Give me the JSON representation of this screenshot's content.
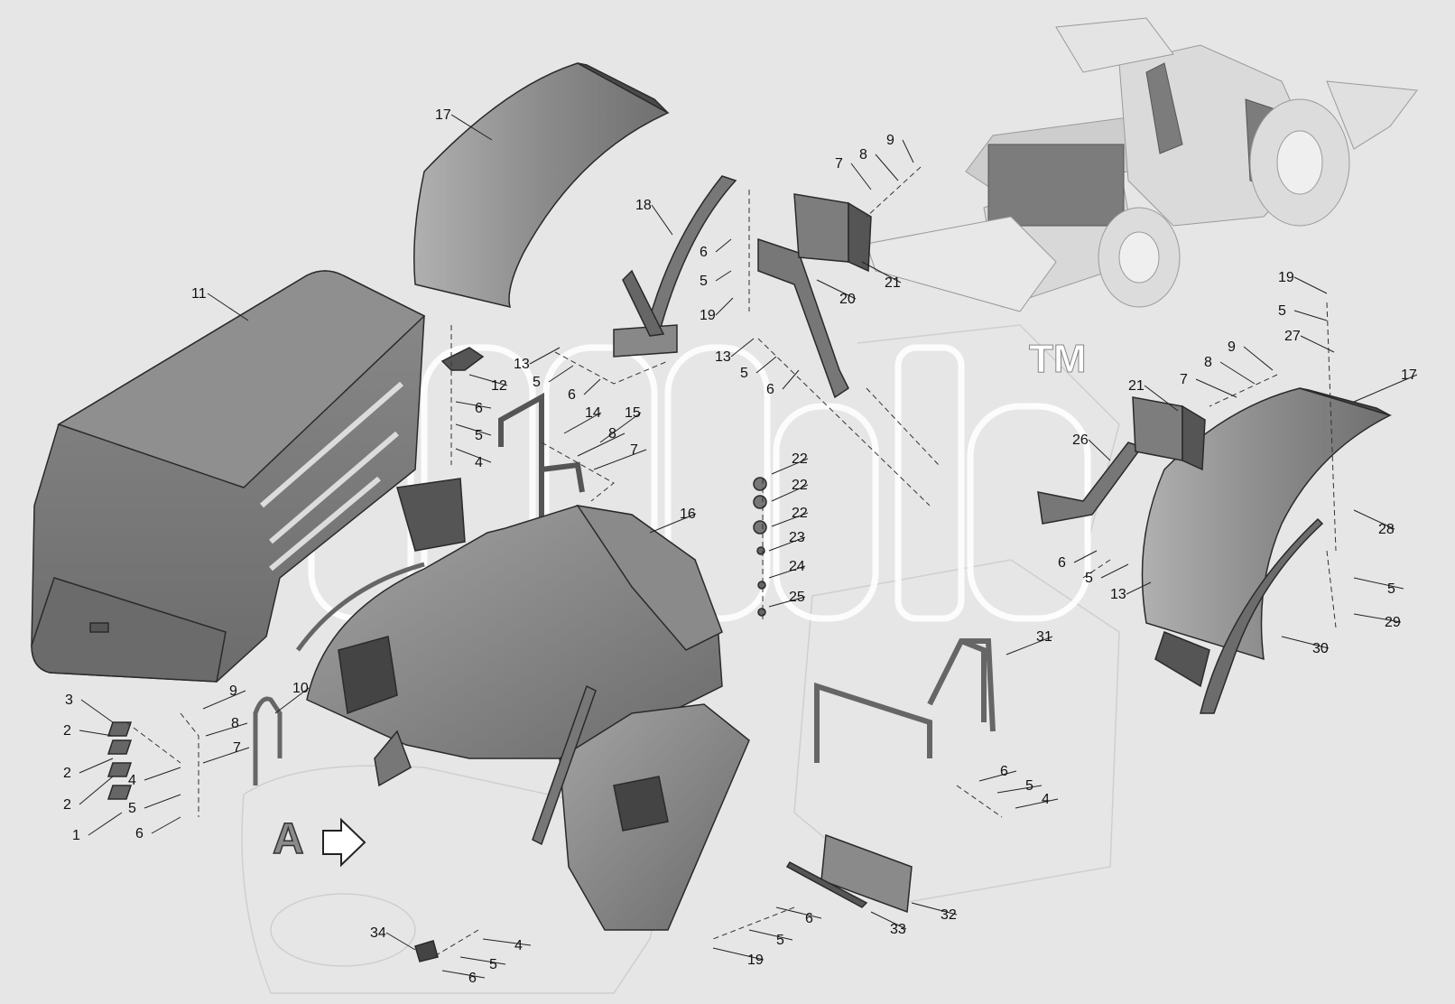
{
  "diagram": {
    "watermark_letters": "aric",
    "trademark": "TM",
    "view_marker": "A",
    "colors": {
      "background": "#e6e6e6",
      "part_dark": "#7d7d7d",
      "part_mid": "#9a9a9a",
      "part_light": "#b8b8b8",
      "outline": "#2a2a2a",
      "watermark": "#ffffff"
    },
    "callouts": [
      {
        "text": "17"
      },
      {
        "text": "18"
      },
      {
        "text": "6"
      },
      {
        "text": "5"
      },
      {
        "text": "19"
      },
      {
        "text": "9"
      },
      {
        "text": "8"
      },
      {
        "text": "7"
      },
      {
        "text": "21"
      },
      {
        "text": "20"
      },
      {
        "text": "11"
      },
      {
        "text": "12"
      },
      {
        "text": "13"
      },
      {
        "text": "5"
      },
      {
        "text": "6"
      },
      {
        "text": "13"
      },
      {
        "text": "5"
      },
      {
        "text": "6"
      },
      {
        "text": "14"
      },
      {
        "text": "15"
      },
      {
        "text": "8"
      },
      {
        "text": "7"
      },
      {
        "text": "6"
      },
      {
        "text": "5"
      },
      {
        "text": "4"
      },
      {
        "text": "16"
      },
      {
        "text": "22"
      },
      {
        "text": "22"
      },
      {
        "text": "22"
      },
      {
        "text": "23"
      },
      {
        "text": "24"
      },
      {
        "text": "25"
      },
      {
        "text": "19"
      },
      {
        "text": "5"
      },
      {
        "text": "27"
      },
      {
        "text": "9"
      },
      {
        "text": "8"
      },
      {
        "text": "7"
      },
      {
        "text": "21"
      },
      {
        "text": "17"
      },
      {
        "text": "26"
      },
      {
        "text": "28"
      },
      {
        "text": "6"
      },
      {
        "text": "5"
      },
      {
        "text": "13"
      },
      {
        "text": "5"
      },
      {
        "text": "29"
      },
      {
        "text": "30"
      },
      {
        "text": "31"
      },
      {
        "text": "10"
      },
      {
        "text": "9"
      },
      {
        "text": "8"
      },
      {
        "text": "7"
      },
      {
        "text": "3"
      },
      {
        "text": "2"
      },
      {
        "text": "2"
      },
      {
        "text": "2"
      },
      {
        "text": "4"
      },
      {
        "text": "5"
      },
      {
        "text": "6"
      },
      {
        "text": "1"
      },
      {
        "text": "6"
      },
      {
        "text": "5"
      },
      {
        "text": "4"
      },
      {
        "text": "6"
      },
      {
        "text": "5"
      },
      {
        "text": "19"
      },
      {
        "text": "33"
      },
      {
        "text": "32"
      },
      {
        "text": "34"
      },
      {
        "text": "4"
      },
      {
        "text": "5"
      },
      {
        "text": "6"
      }
    ]
  }
}
